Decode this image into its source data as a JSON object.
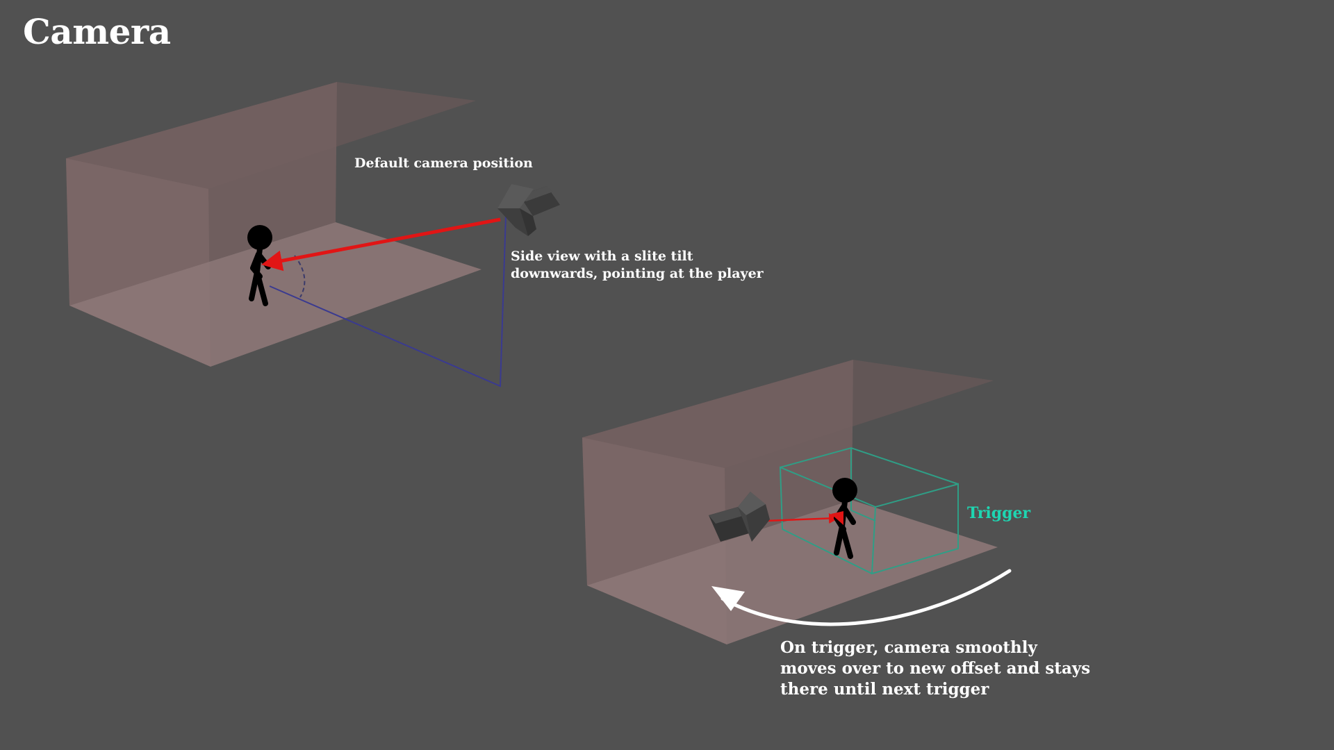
{
  "slide": {
    "title": "Camera"
  },
  "scene_default": {
    "heading": "Default camera position",
    "note_lines": [
      "Side view with a slite tilt",
      "downwards, pointing at the player"
    ]
  },
  "scene_trigger": {
    "trigger_label": "Trigger",
    "note_lines": [
      "On trigger, camera smoothly",
      "moves over to new offset and stays",
      "there until next trigger"
    ]
  },
  "colors": {
    "background": "#515151",
    "room_floor": "#8c7676",
    "room_wall": "#7a6565",
    "look_arrow": "#e11515",
    "trigger_outline": "#2f9e86",
    "trigger_text": "#1ed6b2",
    "guide_line": "#3a3a90",
    "figure": "#000000"
  },
  "icons": {
    "camera": "camera-icon",
    "player": "stick-figure-icon",
    "move_arrow": "curved-arrow-icon"
  }
}
